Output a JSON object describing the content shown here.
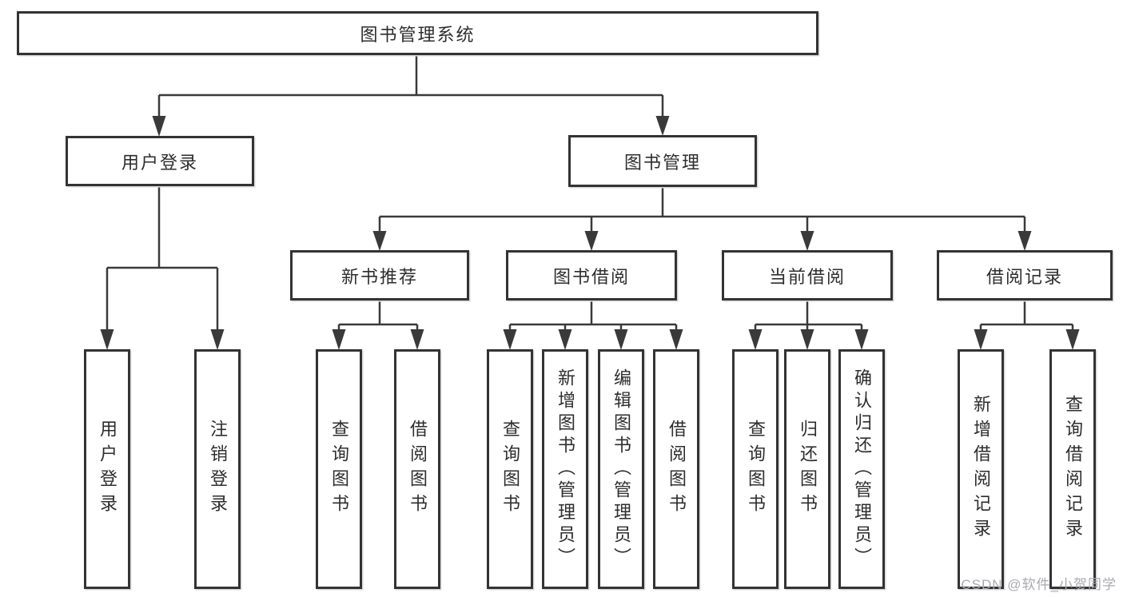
{
  "diagram": {
    "root": {
      "label": "图书管理系统"
    },
    "level2": [
      {
        "id": "user-login",
        "label": "用户登录"
      },
      {
        "id": "book-management",
        "label": "图书管理"
      }
    ],
    "level3": [
      {
        "id": "new-book-recommend",
        "label": "新书推荐"
      },
      {
        "id": "book-borrowing",
        "label": "图书借阅"
      },
      {
        "id": "current-borrowing",
        "label": "当前借阅"
      },
      {
        "id": "borrow-records",
        "label": "借阅记录"
      }
    ],
    "leaves": {
      "user_login": [
        "用户登录",
        "注销登录"
      ],
      "new_book_recommend": [
        "查询图书",
        "借阅图书"
      ],
      "book_borrowing": [
        "查询图书",
        "新增图书（管理员）",
        "编辑图书（管理员）",
        "借阅图书"
      ],
      "current_borrowing": [
        "查询图书",
        "归还图书",
        "确认归还（管理员）"
      ],
      "borrow_records": [
        "新增借阅记录",
        "查询借阅记录"
      ]
    },
    "line_color": "#3a3a3a",
    "border_color": "#333333",
    "background_color": "#ffffff"
  },
  "watermark": "CSDN @软件_小贺同学"
}
